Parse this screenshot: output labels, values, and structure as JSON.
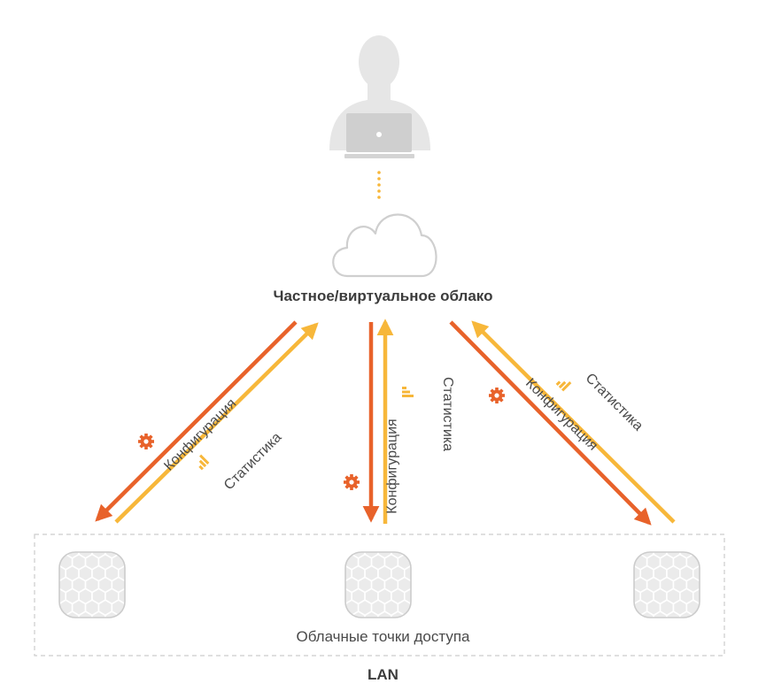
{
  "cloud": {
    "label": "Частное/виртуальное облако"
  },
  "access_points": {
    "caption": "Облачные точки доступа",
    "count": 3
  },
  "lan": {
    "label": "LAN"
  },
  "links": {
    "left": {
      "config": "Конфигурация",
      "stats": "Статистика"
    },
    "center": {
      "config": "Конфигурация",
      "stats": "Статистика"
    },
    "right": {
      "config": "Конфигурация",
      "stats": "Статистика"
    }
  },
  "colors": {
    "config": "#e8622a",
    "stats": "#f7b73a",
    "icon_gray": "#e6e6e6",
    "outline_gray": "#c8c8c8",
    "text": "#3c3c3c",
    "dash": "#cccccc"
  },
  "icons": {
    "user": "user-with-laptop-icon",
    "cloud": "cloud-icon",
    "access_point": "access-point-icon",
    "config": "gear-icon",
    "stats": "bar-chart-icon"
  }
}
